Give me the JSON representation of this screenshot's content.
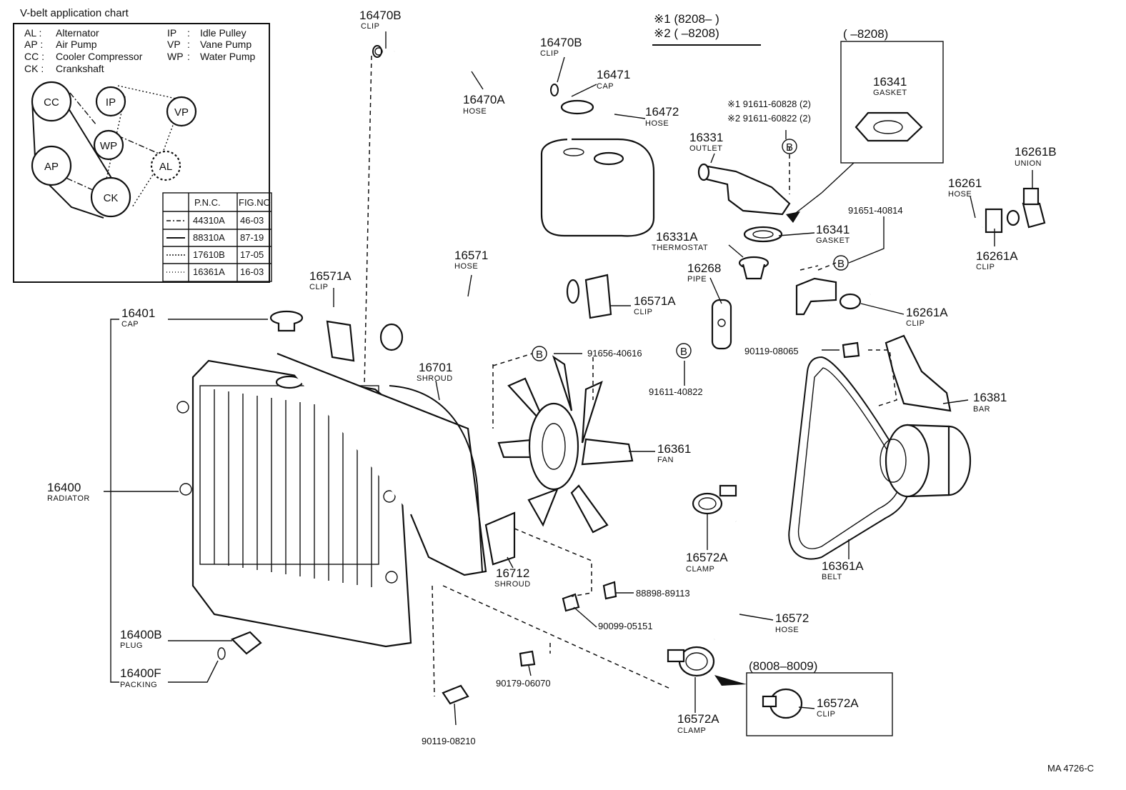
{
  "vbelt_chart": {
    "title": "V-belt application chart",
    "legend": [
      {
        "code": "AL :",
        "desc": "Alternator"
      },
      {
        "code": "AP :",
        "desc": "Air Pump"
      },
      {
        "code": "CC :",
        "desc": "Cooler Compressor"
      },
      {
        "code": "CK :",
        "desc": "Crankshaft"
      },
      {
        "code": "IP",
        "sep": ":",
        "desc": "Idle Pulley"
      },
      {
        "code": "VP",
        "sep": ":",
        "desc": "Vane Pump"
      },
      {
        "code": "WP",
        "sep": ":",
        "desc": "Water Pump"
      }
    ],
    "pulleys": [
      "CC",
      "IP",
      "VP",
      "WP",
      "AP",
      "AL",
      "CK"
    ],
    "table_headers": [
      "P.N.C.",
      "FIG.NO"
    ],
    "table_rows": [
      {
        "pnc": "44310A",
        "fig": "46-03"
      },
      {
        "pnc": "88310A",
        "fig": "87-19"
      },
      {
        "pnc": "17610B",
        "fig": "17-05"
      },
      {
        "pnc": "16361A",
        "fig": "16-03"
      }
    ]
  },
  "notes": {
    "note1": "※1 (8208–       )",
    "note2": "※2 (       –8208)",
    "box_top_label": "(       –8208)",
    "box_bottom_label": "(8008–8009)"
  },
  "callouts": [
    {
      "pn": "16470B",
      "name": "CLIP"
    },
    {
      "pn": "16470B",
      "name": "CLIP"
    },
    {
      "pn": "16470A",
      "name": "HOSE"
    },
    {
      "pn": "16471",
      "name": "CAP"
    },
    {
      "pn": "16472",
      "name": "HOSE"
    },
    {
      "pn": "16341",
      "name": "GASKET"
    },
    {
      "pn": "※1 91611-60828 (2)",
      "name": ""
    },
    {
      "pn": "※2 91611-60822 (2)",
      "name": ""
    },
    {
      "pn": "16331",
      "name": "OUTLET"
    },
    {
      "pn": "16261B",
      "name": "UNION"
    },
    {
      "pn": "16261",
      "name": "HOSE"
    },
    {
      "pn": "91651-40814",
      "name": ""
    },
    {
      "pn": "16341",
      "name": "GASKET"
    },
    {
      "pn": "16331A",
      "name": "THERMOSTAT"
    },
    {
      "pn": "16261A",
      "name": "CLIP"
    },
    {
      "pn": "16571",
      "name": "HOSE"
    },
    {
      "pn": "16268",
      "name": "PIPE"
    },
    {
      "pn": "16261A",
      "name": "CLIP"
    },
    {
      "pn": "16571A",
      "name": "CLIP"
    },
    {
      "pn": "16571A",
      "name": "CLIP"
    },
    {
      "pn": "16401",
      "name": "CAP"
    },
    {
      "pn": "91656-40616",
      "name": ""
    },
    {
      "pn": "90119-08065",
      "name": ""
    },
    {
      "pn": "91611-40822",
      "name": ""
    },
    {
      "pn": "16701",
      "name": "SHROUD"
    },
    {
      "pn": "16381",
      "name": "BAR"
    },
    {
      "pn": "16361",
      "name": "FAN"
    },
    {
      "pn": "16400",
      "name": "RADIATOR"
    },
    {
      "pn": "16572A",
      "name": "CLAMP"
    },
    {
      "pn": "16361A",
      "name": "BELT"
    },
    {
      "pn": "16712",
      "name": "SHROUD"
    },
    {
      "pn": "88898-89113",
      "name": ""
    },
    {
      "pn": "90099-05151",
      "name": ""
    },
    {
      "pn": "16572",
      "name": "HOSE"
    },
    {
      "pn": "16400B",
      "name": "PLUG"
    },
    {
      "pn": "16400F",
      "name": "PACKING"
    },
    {
      "pn": "90179-06070",
      "name": ""
    },
    {
      "pn": "16572A",
      "name": "CLAMP"
    },
    {
      "pn": "16572A",
      "name": "CLIP"
    },
    {
      "pn": "90119-08210",
      "name": ""
    }
  ],
  "ref_marker": "B",
  "drawing_code": "MA  4726-C"
}
